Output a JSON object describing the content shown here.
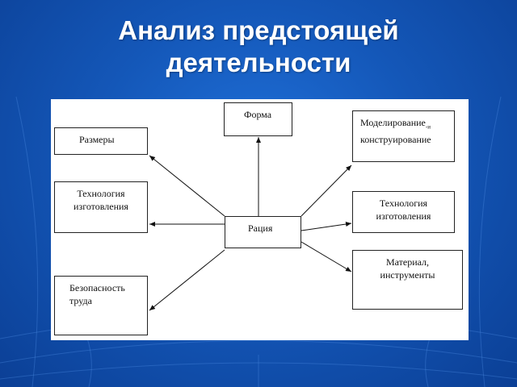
{
  "slide": {
    "title_line1": "Анализ предстоящей",
    "title_line2": "деятельности"
  },
  "diagram": {
    "center": "Рация",
    "top": "Форма",
    "left": {
      "sizes": "Размеры",
      "tech_line1": "Технология",
      "tech_line2": "изготовления",
      "safety_line1": "Безопасность",
      "safety_line2": "труда"
    },
    "right": {
      "modeling_line1": "Моделирование",
      "modeling_mark": "-и",
      "modeling_line2": "конструирование",
      "tech_line1": "Технология",
      "tech_line2": "изготовления",
      "material_line1": "Материал,",
      "material_line2": "инструменты"
    }
  },
  "colors": {
    "background": "#1457b8",
    "title": "#ffffff"
  }
}
